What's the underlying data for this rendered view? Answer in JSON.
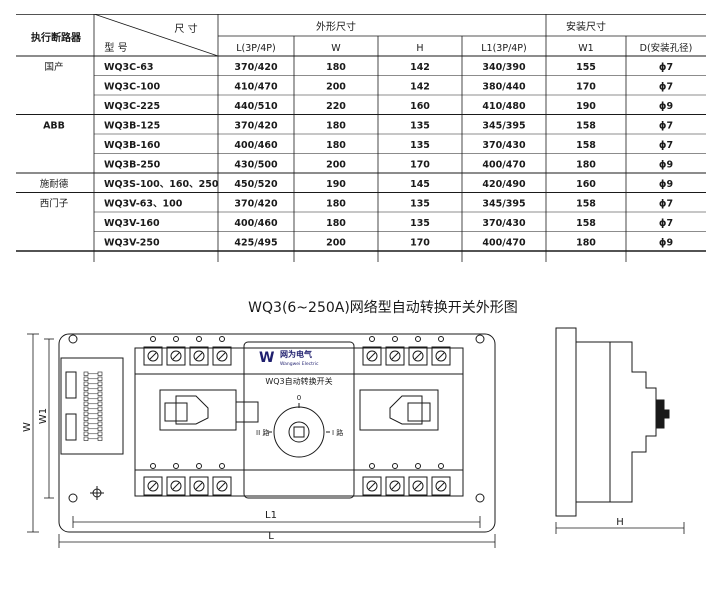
{
  "table": {
    "corner_top": "尺 寸",
    "corner_bottom": "型 号",
    "col_breaker": "执行断路器",
    "group_outline": "外形尺寸",
    "group_mount": "安装尺寸",
    "sub_headers": [
      "L(3P/4P)",
      "W",
      "H",
      "L1(3P/4P)",
      "W1",
      "D(安装孔径)"
    ],
    "groups": [
      {
        "brand": "国产",
        "rows": [
          {
            "model": "WQ3C-63",
            "L": "370/420",
            "W": "180",
            "H": "142",
            "L1": "340/390",
            "W1": "155",
            "D": "ϕ7"
          },
          {
            "model": "WQ3C-100",
            "L": "410/470",
            "W": "200",
            "H": "142",
            "L1": "380/440",
            "W1": "170",
            "D": "ϕ7"
          },
          {
            "model": "WQ3C-225",
            "L": "440/510",
            "W": "220",
            "H": "160",
            "L1": "410/480",
            "W1": "190",
            "D": "ϕ9"
          }
        ]
      },
      {
        "brand": "ABB",
        "rows": [
          {
            "model": "WQ3B-125",
            "L": "370/420",
            "W": "180",
            "H": "135",
            "L1": "345/395",
            "W1": "158",
            "D": "ϕ7"
          },
          {
            "model": "WQ3B-160",
            "L": "400/460",
            "W": "180",
            "H": "135",
            "L1": "370/430",
            "W1": "158",
            "D": "ϕ7"
          },
          {
            "model": "WQ3B-250",
            "L": "430/500",
            "W": "200",
            "H": "170",
            "L1": "400/470",
            "W1": "180",
            "D": "ϕ9"
          }
        ]
      },
      {
        "brand": "施耐德",
        "rows": [
          {
            "model": "WQ3S-100、160、250",
            "L": "450/520",
            "W": "190",
            "H": "145",
            "L1": "420/490",
            "W1": "160",
            "D": "ϕ9"
          }
        ]
      },
      {
        "brand": "西门子",
        "rows": [
          {
            "model": "WQ3V-63、100",
            "L": "370/420",
            "W": "180",
            "H": "135",
            "L1": "345/395",
            "W1": "158",
            "D": "ϕ7"
          },
          {
            "model": "WQ3V-160",
            "L": "400/460",
            "W": "180",
            "H": "135",
            "L1": "370/430",
            "W1": "158",
            "D": "ϕ7"
          },
          {
            "model": "WQ3V-250",
            "L": "425/495",
            "W": "200",
            "H": "170",
            "L1": "400/470",
            "W1": "180",
            "D": "ϕ9"
          }
        ]
      }
    ]
  },
  "drawing": {
    "title": "WQ3(6~250A)网络型自动转换开关外形图",
    "brand_cn": "网为电气",
    "brand_en": "Wangwei Electric",
    "device_label": "WQ3自动转换开关",
    "pos_zero": "0",
    "pos_left": "II 路",
    "pos_right": "I 路",
    "dim_L": "L",
    "dim_L1": "L1",
    "dim_W": "W",
    "dim_W1": "W1",
    "dim_H": "H"
  },
  "colors": {
    "line": "#1a1a1a",
    "panel": "#ffffff",
    "logo": "#1f1f6e"
  }
}
